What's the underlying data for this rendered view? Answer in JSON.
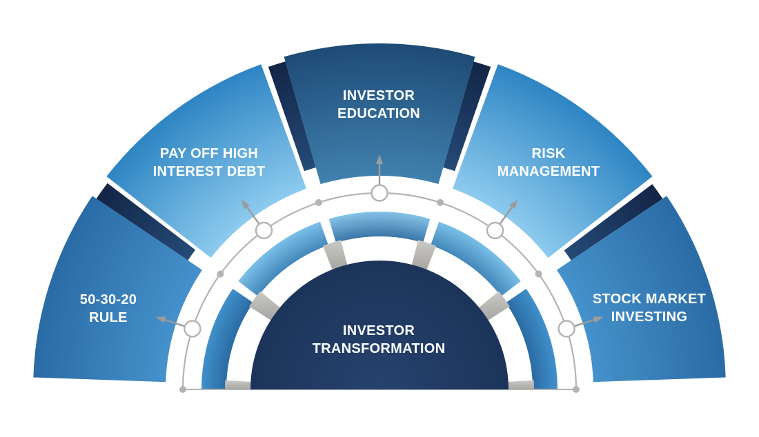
{
  "center": {
    "id": "investor-transformation",
    "line1": "INVESTOR",
    "line2": "TRANSFORMATION"
  },
  "segments": [
    {
      "id": "50-30-20-rule",
      "line1": "50-30-20",
      "line2": "RULE",
      "palette": "medium"
    },
    {
      "id": "pay-off-high-interest-debt",
      "line1": "PAY OFF HIGH",
      "line2": "INTEREST DEBT",
      "palette": "sky"
    },
    {
      "id": "investor-education",
      "line1": "INVESTOR",
      "line2": "EDUCATION",
      "palette": "steel"
    },
    {
      "id": "risk-management",
      "line1": "RISK",
      "line2": "MANAGEMENT",
      "palette": "sky"
    },
    {
      "id": "stock-market-investing",
      "line1": "STOCK MARKET",
      "line2": "INVESTING",
      "palette": "medium"
    }
  ],
  "colors": {
    "background": "#ffffff",
    "label_text": "#ffffff",
    "dome_center": "#26436f",
    "dome_edge": "#1c3459",
    "medium_outer_light": "#4591cb",
    "medium_outer_dark": "#2a6ba5",
    "sky_outer_light": "#8ccaee",
    "sky_outer_dark": "#2e85c3",
    "steel_outer_light": "#4080ae",
    "steel_outer_dark": "#1e4b76",
    "medium_inner_dark": "#27669e",
    "medium_inner_light": "#4090cb",
    "sky_inner_dark": "#3c7fb3",
    "sky_inner_light": "#79bfe8",
    "steel_inner_dark": "#2f6b9d",
    "steel_inner_light": "#85c2e7",
    "edge_shadow_light": "#244a77",
    "edge_shadow_dark": "#132546",
    "tab_light": "#cac9c5",
    "tab_dark": "#a7a6a2",
    "connector_gray": "#b3b3b3",
    "arrow_gray": "#9b9b9b",
    "node_fill": "#ffffff"
  }
}
